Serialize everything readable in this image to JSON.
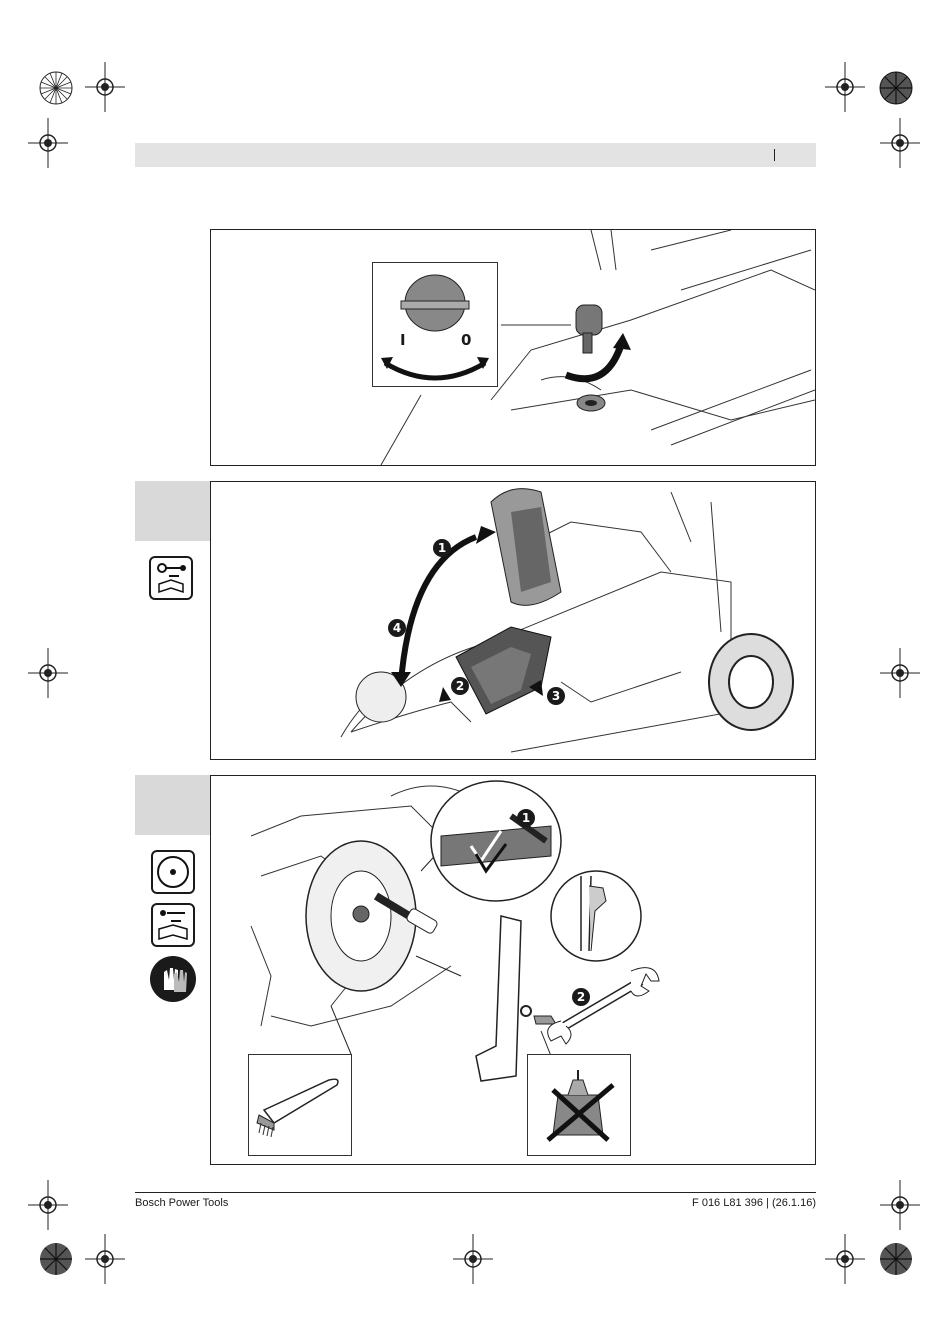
{
  "header": {
    "page_marker": ""
  },
  "panel_top": {
    "switch": {
      "on_label": "I",
      "off_label": "0"
    }
  },
  "panel_middle": {
    "steps": [
      "1",
      "2",
      "3",
      "4"
    ]
  },
  "panel_bottom": {
    "steps": [
      "1",
      "2"
    ]
  },
  "footer": {
    "brand": "Bosch Power Tools",
    "doc_ref": "F 016 L81 396 | (26.1.16)"
  },
  "icons": {
    "registration": "registration-mark-icon",
    "color_bar": "color-calibration-icon",
    "key_manual": "key-and-manual-icon",
    "blade": "rotating-blade-icon",
    "tool_manual": "tools-and-manual-icon",
    "gloves": "protective-gloves-icon",
    "brush": "brush-icon",
    "no_oil": "no-oil-icon"
  }
}
